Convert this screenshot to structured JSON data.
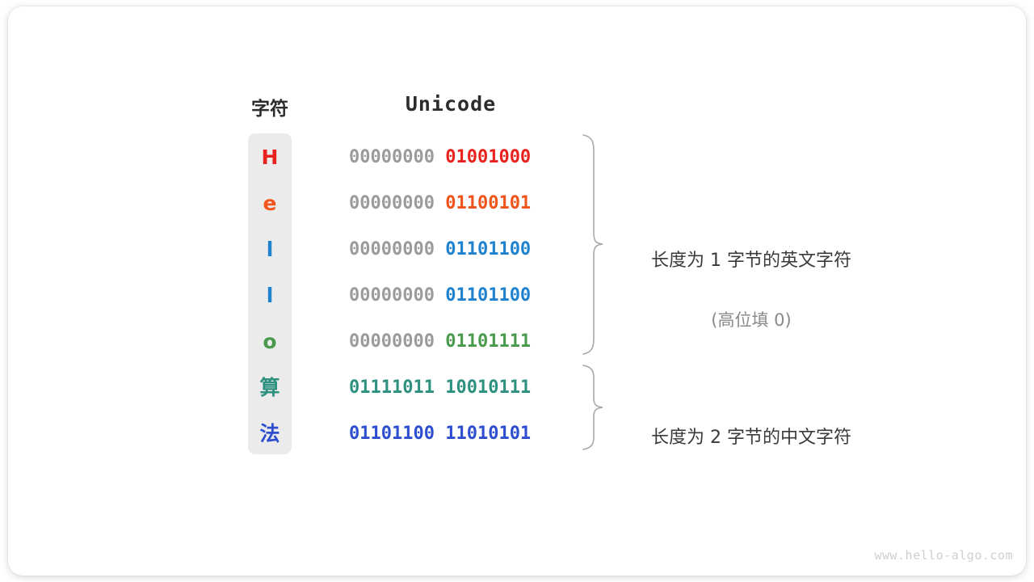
{
  "figure": {
    "background_color": "#ffffff",
    "card_color": "#ffffff",
    "pill_color": "#ebebeb"
  },
  "headers": {
    "character": "字符",
    "unicode": "Unicode"
  },
  "rows": [
    {
      "char": "H",
      "color": "#e8221c",
      "high_byte": "00000000",
      "low_byte": "01001000",
      "high_byte_color": "#9b9b9b"
    },
    {
      "char": "e",
      "color": "#f0541a",
      "high_byte": "00000000",
      "low_byte": "01100101",
      "high_byte_color": "#9b9b9b"
    },
    {
      "char": "l",
      "color": "#1e82ce",
      "high_byte": "00000000",
      "low_byte": "01101100",
      "high_byte_color": "#9b9b9b"
    },
    {
      "char": "l",
      "color": "#1e82ce",
      "high_byte": "00000000",
      "low_byte": "01101100",
      "high_byte_color": "#9b9b9b"
    },
    {
      "char": "o",
      "color": "#4a9a4e",
      "high_byte": "00000000",
      "low_byte": "01101111",
      "high_byte_color": "#9b9b9b"
    },
    {
      "char": "算",
      "color": "#2e9180",
      "high_byte": "01111011",
      "low_byte": "10010111",
      "high_byte_color": "#2e9180"
    },
    {
      "char": "法",
      "color": "#2e4ed0",
      "high_byte": "01101100",
      "low_byte": "11010101",
      "high_byte_color": "#2e4ed0"
    }
  ],
  "annotations": [
    {
      "line1": "长度为 1 字节的英文字符",
      "line2": "(高位填 0)",
      "brace_color": "#a8a8a8"
    },
    {
      "line1": "长度为 2 字节的中文字符",
      "line2": "",
      "brace_color": "#a8a8a8"
    }
  ],
  "watermark": "www.hello-algo.com"
}
